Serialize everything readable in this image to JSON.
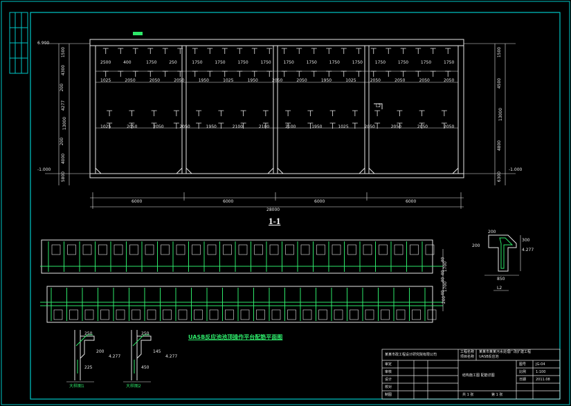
{
  "colors": {
    "background": "#000000",
    "frame": "#00c8c8",
    "structure": "#e8e8e8",
    "rebar": "#2ee86a",
    "text": "#e8e8e8"
  },
  "section": {
    "title": "1-1",
    "total_span": "28000",
    "bay_widths": [
      "6000",
      "6000",
      "6000",
      "6000"
    ],
    "elevations": {
      "top": "6.900",
      "bottom_left": "-1.000",
      "bottom_right": "-1.000"
    },
    "left_dims": [
      "1500",
      "4300",
      "200",
      "4277",
      "13000",
      "200",
      "4000",
      "5800"
    ],
    "right_dims": [
      "1500",
      "4500",
      "13000",
      "4800",
      "6300"
    ],
    "upper_row_spacings": [
      "2500",
      "400",
      "1750",
      "250",
      "1750",
      "1750",
      "1750",
      "1750",
      "1750",
      "1750",
      "1750",
      "1750",
      "1750",
      "1750",
      "1750",
      "1750"
    ],
    "middle_row_spacings": [
      "1025",
      "2050",
      "2050",
      "2050",
      "1950",
      "1025",
      "1950",
      "2050",
      "2050",
      "1950",
      "1025",
      "2050",
      "2050",
      "2050",
      "2050"
    ],
    "lower_row_spacings": [
      "1025",
      "2050",
      "2050",
      "2050",
      "1950",
      "2100",
      "2100",
      "2100",
      "1950",
      "1025",
      "2050",
      "2050",
      "2050",
      "2050"
    ],
    "bracket_label": "L2"
  },
  "plan": {
    "title": "UASB反应池池顶操作平台配筋平面图",
    "right_dims": [
      "40",
      "1700",
      "40",
      "40",
      "1700",
      "40",
      "200"
    ]
  },
  "detail_l2": {
    "label": "L2",
    "dims": [
      "200",
      "850",
      "4.277",
      "200",
      "300"
    ]
  },
  "detail_1": {
    "label": "大样图1",
    "dims": [
      "250",
      "200",
      "4.277",
      "225"
    ]
  },
  "detail_2": {
    "label": "大样图2",
    "dims": [
      "250",
      "145",
      "4.277",
      "450"
    ]
  },
  "title_block": {
    "company": "某某市政工程设计研究院有限公司",
    "project_label": "工程名称",
    "project": "某某市某某污水处理厂改扩建工程",
    "sub_label": "项目名称",
    "sub": "UASB反应池",
    "drawing": "结构施工图  配筋详图",
    "roles": [
      "审定",
      "审核",
      "设计",
      "校对",
      "制图"
    ],
    "number_label": "图号",
    "number": "JG-04",
    "scale_label": "比例",
    "scale": "1:100",
    "date_label": "日期",
    "date": "2011.08",
    "sheet_label": "第 1 张",
    "total_label": "共 1 张"
  }
}
